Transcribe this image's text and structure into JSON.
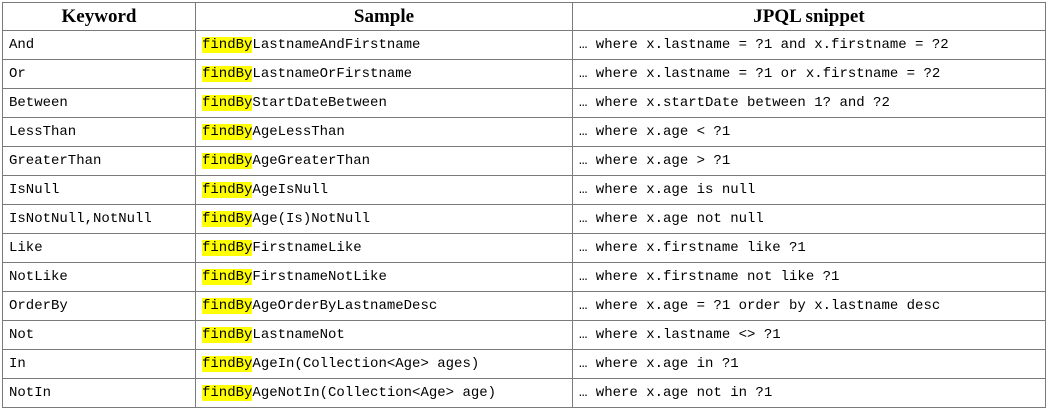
{
  "table": {
    "headers": [
      "Keyword",
      "Sample",
      "JPQL snippet"
    ],
    "highlight_color": "#ffff00",
    "rows": [
      {
        "keyword": "And",
        "sample_prefix": "findBy",
        "sample_rest": "LastnameAndFirstname",
        "jpql": "… where x.lastname = ?1 and x.firstname = ?2"
      },
      {
        "keyword": "Or",
        "sample_prefix": "findBy",
        "sample_rest": "LastnameOrFirstname",
        "jpql": "… where x.lastname = ?1 or x.firstname = ?2"
      },
      {
        "keyword": "Between",
        "sample_prefix": "findBy",
        "sample_rest": "StartDateBetween",
        "jpql": "… where x.startDate between 1? and ?2"
      },
      {
        "keyword": "LessThan",
        "sample_prefix": "findBy",
        "sample_rest": "AgeLessThan",
        "jpql": "… where x.age < ?1"
      },
      {
        "keyword": "GreaterThan",
        "sample_prefix": "findBy",
        "sample_rest": "AgeGreaterThan",
        "jpql": "… where x.age > ?1"
      },
      {
        "keyword": "IsNull",
        "sample_prefix": "findBy",
        "sample_rest": "AgeIsNull",
        "jpql": "… where x.age is null"
      },
      {
        "keyword": "IsNotNull,NotNull",
        "sample_prefix": "findBy",
        "sample_rest": "Age(Is)NotNull",
        "jpql": "… where x.age not null"
      },
      {
        "keyword": "Like",
        "sample_prefix": "findBy",
        "sample_rest": "FirstnameLike",
        "jpql": "… where x.firstname like ?1"
      },
      {
        "keyword": "NotLike",
        "sample_prefix": "findBy",
        "sample_rest": "FirstnameNotLike",
        "jpql": "… where x.firstname not like ?1"
      },
      {
        "keyword": "OrderBy",
        "sample_prefix": "findBy",
        "sample_rest": "AgeOrderByLastnameDesc",
        "jpql": "… where x.age = ?1 order by x.lastname desc"
      },
      {
        "keyword": "Not",
        "sample_prefix": "findBy",
        "sample_rest": "LastnameNot",
        "jpql": "… where x.lastname <> ?1"
      },
      {
        "keyword": "In",
        "sample_prefix": "findBy",
        "sample_rest": "AgeIn(Collection<Age> ages)",
        "jpql": "… where x.age in ?1"
      },
      {
        "keyword": "NotIn",
        "sample_prefix": "findBy",
        "sample_rest": "AgeNotIn(Collection<Age> age)",
        "jpql": "… where x.age not in ?1"
      }
    ]
  }
}
